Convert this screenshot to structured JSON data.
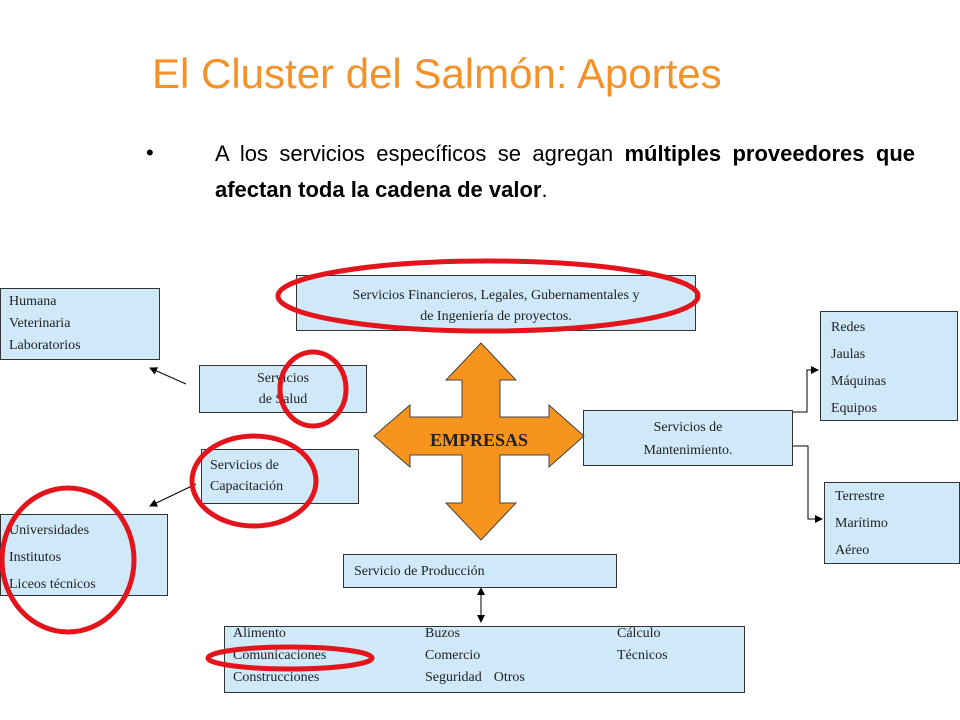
{
  "title": "El Cluster del Salmón: Aportes",
  "bullet": {
    "symbol": "•",
    "text_plain": "A los servicios específicos se agregan ",
    "text_bold": "múltiples proveedores que afectan toda la cadena de valor",
    "text_end": "."
  },
  "boxes": {
    "financieros": [
      "Servicios Financieros, Legales, Gubernamentales y",
      "de  Ingeniería de proyectos."
    ],
    "salud_items": [
      "Humana",
      "Veterinaria",
      "Laboratorios"
    ],
    "salud": [
      "Servicios",
      "de Salud"
    ],
    "capacitacion": [
      "Servicios de",
      "Capacitación"
    ],
    "educacion_items": [
      "Universidades",
      "Institutos",
      "Liceos técnicos"
    ],
    "mantenimiento": [
      "Servicios de",
      "Mantenimiento."
    ],
    "mantenimiento_items_a": [
      "Redes",
      "Jaulas",
      "Máquinas",
      "Equipos"
    ],
    "mantenimiento_items_b": [
      "Terrestre",
      "Marítimo",
      "Aéreo"
    ],
    "produccion": "Servicio de Producción",
    "produccion_items": {
      "col1": [
        "Alimento",
        "Comunicaciones",
        "Construcciones"
      ],
      "col2": [
        "Buzos",
        "Comercio",
        "Seguridad"
      ],
      "col2_extra": "Otros",
      "col3": [
        "Cálculo",
        "Técnicos"
      ]
    }
  },
  "center": "EMPRESAS",
  "colors": {
    "title": "#f4922a",
    "box_fill": "#cfe9f8",
    "arrow_fill": "#f7941d",
    "highlight_ring": "#e3141b"
  }
}
